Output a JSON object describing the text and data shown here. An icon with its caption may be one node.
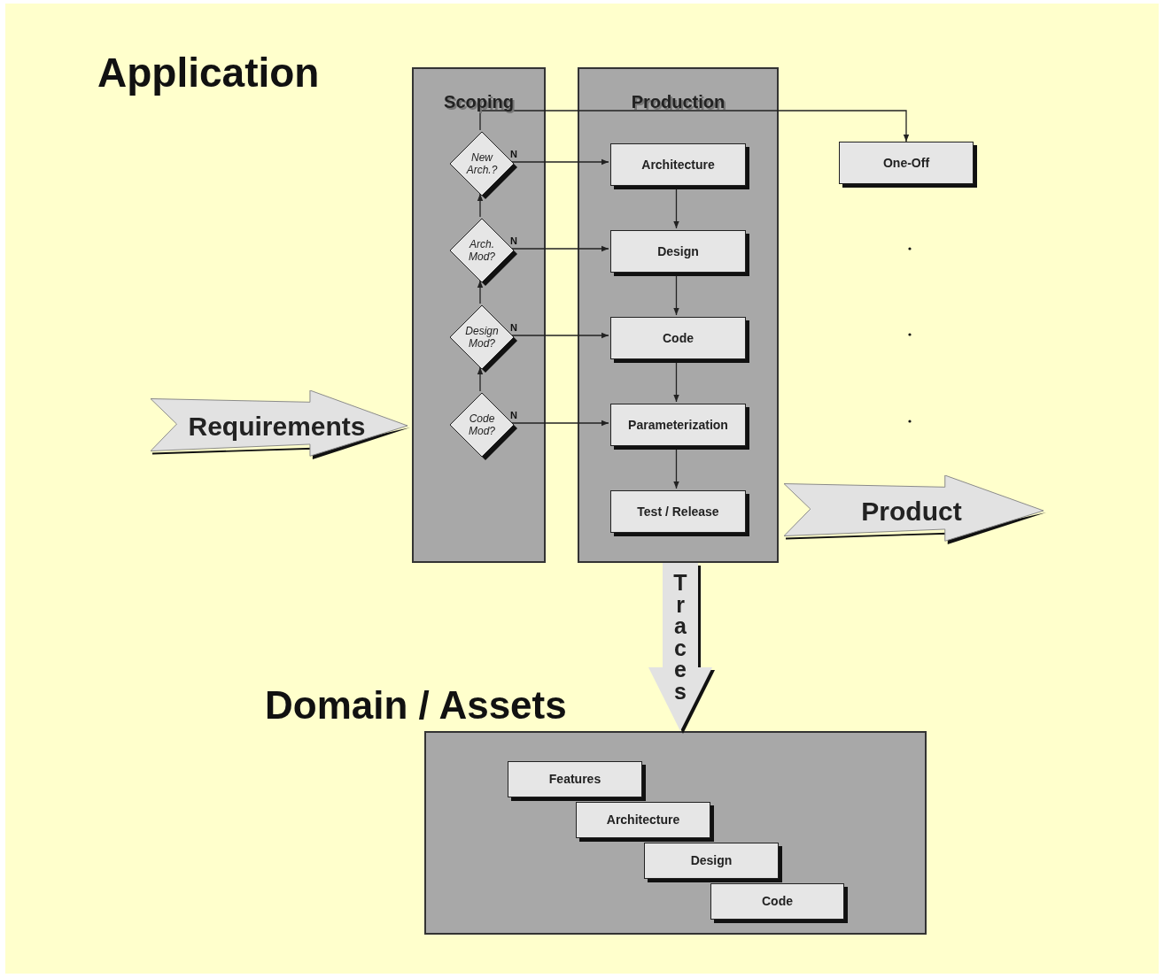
{
  "diagram": {
    "title": "Application",
    "nodes": [
      {
        "text": [
          "Scoping"
        ]
      },
      {
        "text": [
          "Production"
        ]
      },
      {
        "text": [
          "New Arch.?"
        ],
        "in": 0
      },
      {
        "text": [
          "Arch. Mod?"
        ],
        "in": 0
      },
      {
        "text": [
          "Design Mod?"
        ],
        "in": 0
      },
      {
        "text": [
          "Code Mod?"
        ],
        "in": 0
      },
      {
        "text": [
          "Architecture"
        ],
        "in": 1
      },
      {
        "text": [
          "Design"
        ],
        "in": 1
      },
      {
        "text": [
          "Code"
        ],
        "in": 1
      },
      {
        "text": [
          "Parameterization"
        ],
        "in": 1
      },
      {
        "text": [
          "Test / Release"
        ],
        "in": 1
      },
      {
        "text": [
          "One-Off"
        ]
      },
      {
        "text": [
          "Requirements"
        ]
      },
      {
        "text": [
          "Product"
        ]
      },
      {
        "text": [
          "Domain / Assets"
        ]
      },
      {
        "text": [
          "Features"
        ],
        "in": 14
      },
      {
        "text": [
          "Architecture"
        ],
        "in": 14
      },
      {
        "text": [
          "Design"
        ],
        "in": 14
      },
      {
        "text": [
          "Code"
        ],
        "in": 14
      }
    ],
    "edges": [
      {
        "from": 5,
        "to": 4,
        "arrow": "to"
      },
      {
        "from": 4,
        "to": 3,
        "arrow": "to"
      },
      {
        "from": 3,
        "to": 2,
        "arrow": "to"
      },
      {
        "from": 2,
        "to": 6,
        "arrow": "to",
        "label": "N"
      },
      {
        "from": 3,
        "to": 7,
        "arrow": "to",
        "label": "N"
      },
      {
        "from": 4,
        "to": 8,
        "arrow": "to",
        "label": "N"
      },
      {
        "from": 5,
        "to": 9,
        "arrow": "to",
        "label": "N"
      },
      {
        "from": 2,
        "to": 11,
        "arrow": "to"
      },
      {
        "from": 6,
        "to": 7,
        "arrow": "to"
      },
      {
        "from": 7,
        "to": 8,
        "arrow": "to"
      },
      {
        "from": 8,
        "to": 9,
        "arrow": "to"
      },
      {
        "from": 9,
        "to": 10,
        "arrow": "to"
      },
      {
        "from": 1,
        "to": 14,
        "arrow": "to",
        "label": "Traces",
        "style": "thick",
        "color": "#e2e2e2"
      }
    ]
  }
}
